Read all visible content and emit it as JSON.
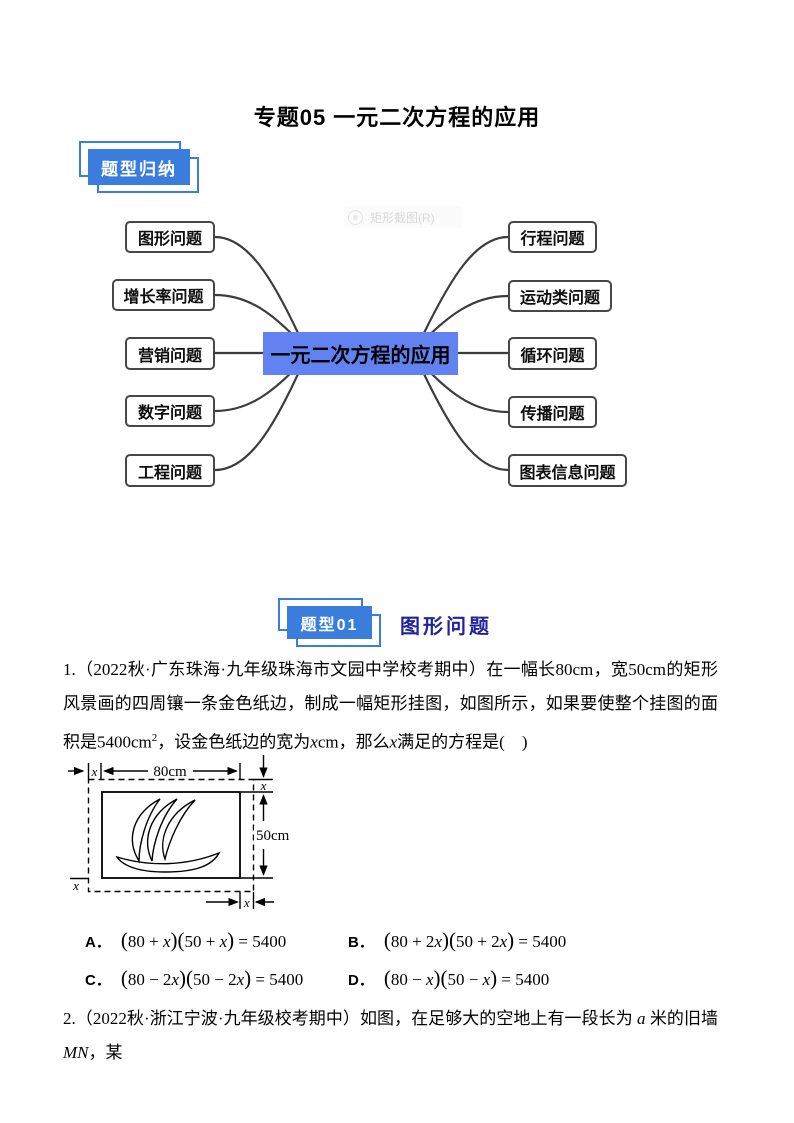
{
  "title": "专题05 一元二次方程的应用",
  "watermark": {
    "text": "矩形截图(R)"
  },
  "badges": {
    "guina": "题型归纳",
    "type01": "题型01",
    "type01_label": "图形问题"
  },
  "mindmap": {
    "center": "一元二次方程的应用",
    "left": [
      "图形问题",
      "增长率问题",
      "营销问题",
      "数字问题",
      "工程问题"
    ],
    "right": [
      "行程问题",
      "运动类问题",
      "循环问题",
      "传播问题",
      "图表信息问题"
    ]
  },
  "colors": {
    "badge_blue": "#3b7ddd",
    "center_node_blue": "#6182f0",
    "section_label_navy": "#22229b"
  },
  "q1": {
    "text": [
      {
        "t": "1.（2022秋·广东珠海·九年级珠海市文园中学校考期中）在一幅长80cm，宽50cm的矩形风景画的四周镶一条金色纸边，制成一幅矩形挂图，如图所示，如果要使整个挂图的面积是5400cm"
      },
      {
        "t": "2",
        "tag": "sup"
      },
      {
        "t": "，设金色纸边的宽为"
      },
      {
        "t": "x",
        "c": "var"
      },
      {
        "t": "cm，那么"
      },
      {
        "t": "x",
        "c": "var"
      },
      {
        "t": "满足的方程是(　)"
      }
    ],
    "figure": {
      "width_label": "80cm",
      "height_label": "50cm",
      "x_label": "x"
    },
    "options": [
      {
        "label": "A．",
        "eq": [
          {
            "t": "(",
            "c": "par"
          },
          {
            "t": "80 + "
          },
          {
            "t": "x",
            "c": "var"
          },
          {
            "t": ")",
            "c": "par"
          },
          {
            "t": "(",
            "c": "par"
          },
          {
            "t": "50 + "
          },
          {
            "t": "x",
            "c": "var"
          },
          {
            "t": ")",
            "c": "par"
          },
          {
            "t": " = 5400"
          }
        ]
      },
      {
        "label": "B．",
        "eq": [
          {
            "t": "(",
            "c": "par"
          },
          {
            "t": "80 + 2"
          },
          {
            "t": "x",
            "c": "var"
          },
          {
            "t": ")",
            "c": "par"
          },
          {
            "t": "(",
            "c": "par"
          },
          {
            "t": "50 + 2"
          },
          {
            "t": "x",
            "c": "var"
          },
          {
            "t": ")",
            "c": "par"
          },
          {
            "t": " = 5400"
          }
        ]
      },
      {
        "label": "C．",
        "eq": [
          {
            "t": "(",
            "c": "par"
          },
          {
            "t": "80 − 2"
          },
          {
            "t": "x",
            "c": "var"
          },
          {
            "t": ")",
            "c": "par"
          },
          {
            "t": "(",
            "c": "par"
          },
          {
            "t": "50 − 2"
          },
          {
            "t": "x",
            "c": "var"
          },
          {
            "t": ")",
            "c": "par"
          },
          {
            "t": " = 5400"
          }
        ]
      },
      {
        "label": "D．",
        "eq": [
          {
            "t": "(",
            "c": "par"
          },
          {
            "t": "80 − "
          },
          {
            "t": "x",
            "c": "var"
          },
          {
            "t": ")",
            "c": "par"
          },
          {
            "t": "(",
            "c": "par"
          },
          {
            "t": "50 − "
          },
          {
            "t": "x",
            "c": "var"
          },
          {
            "t": ")",
            "c": "par"
          },
          {
            "t": " = 5400"
          }
        ]
      }
    ]
  },
  "q2": {
    "text": [
      {
        "t": "2.（2022秋·浙江宁波·九年级校考期中）如图，在足够大的空地上有一段长为 "
      },
      {
        "t": "a",
        "c": "var"
      },
      {
        "t": " 米的旧墙"
      },
      {
        "t": "MN",
        "c": "var"
      },
      {
        "t": "，某"
      }
    ]
  }
}
